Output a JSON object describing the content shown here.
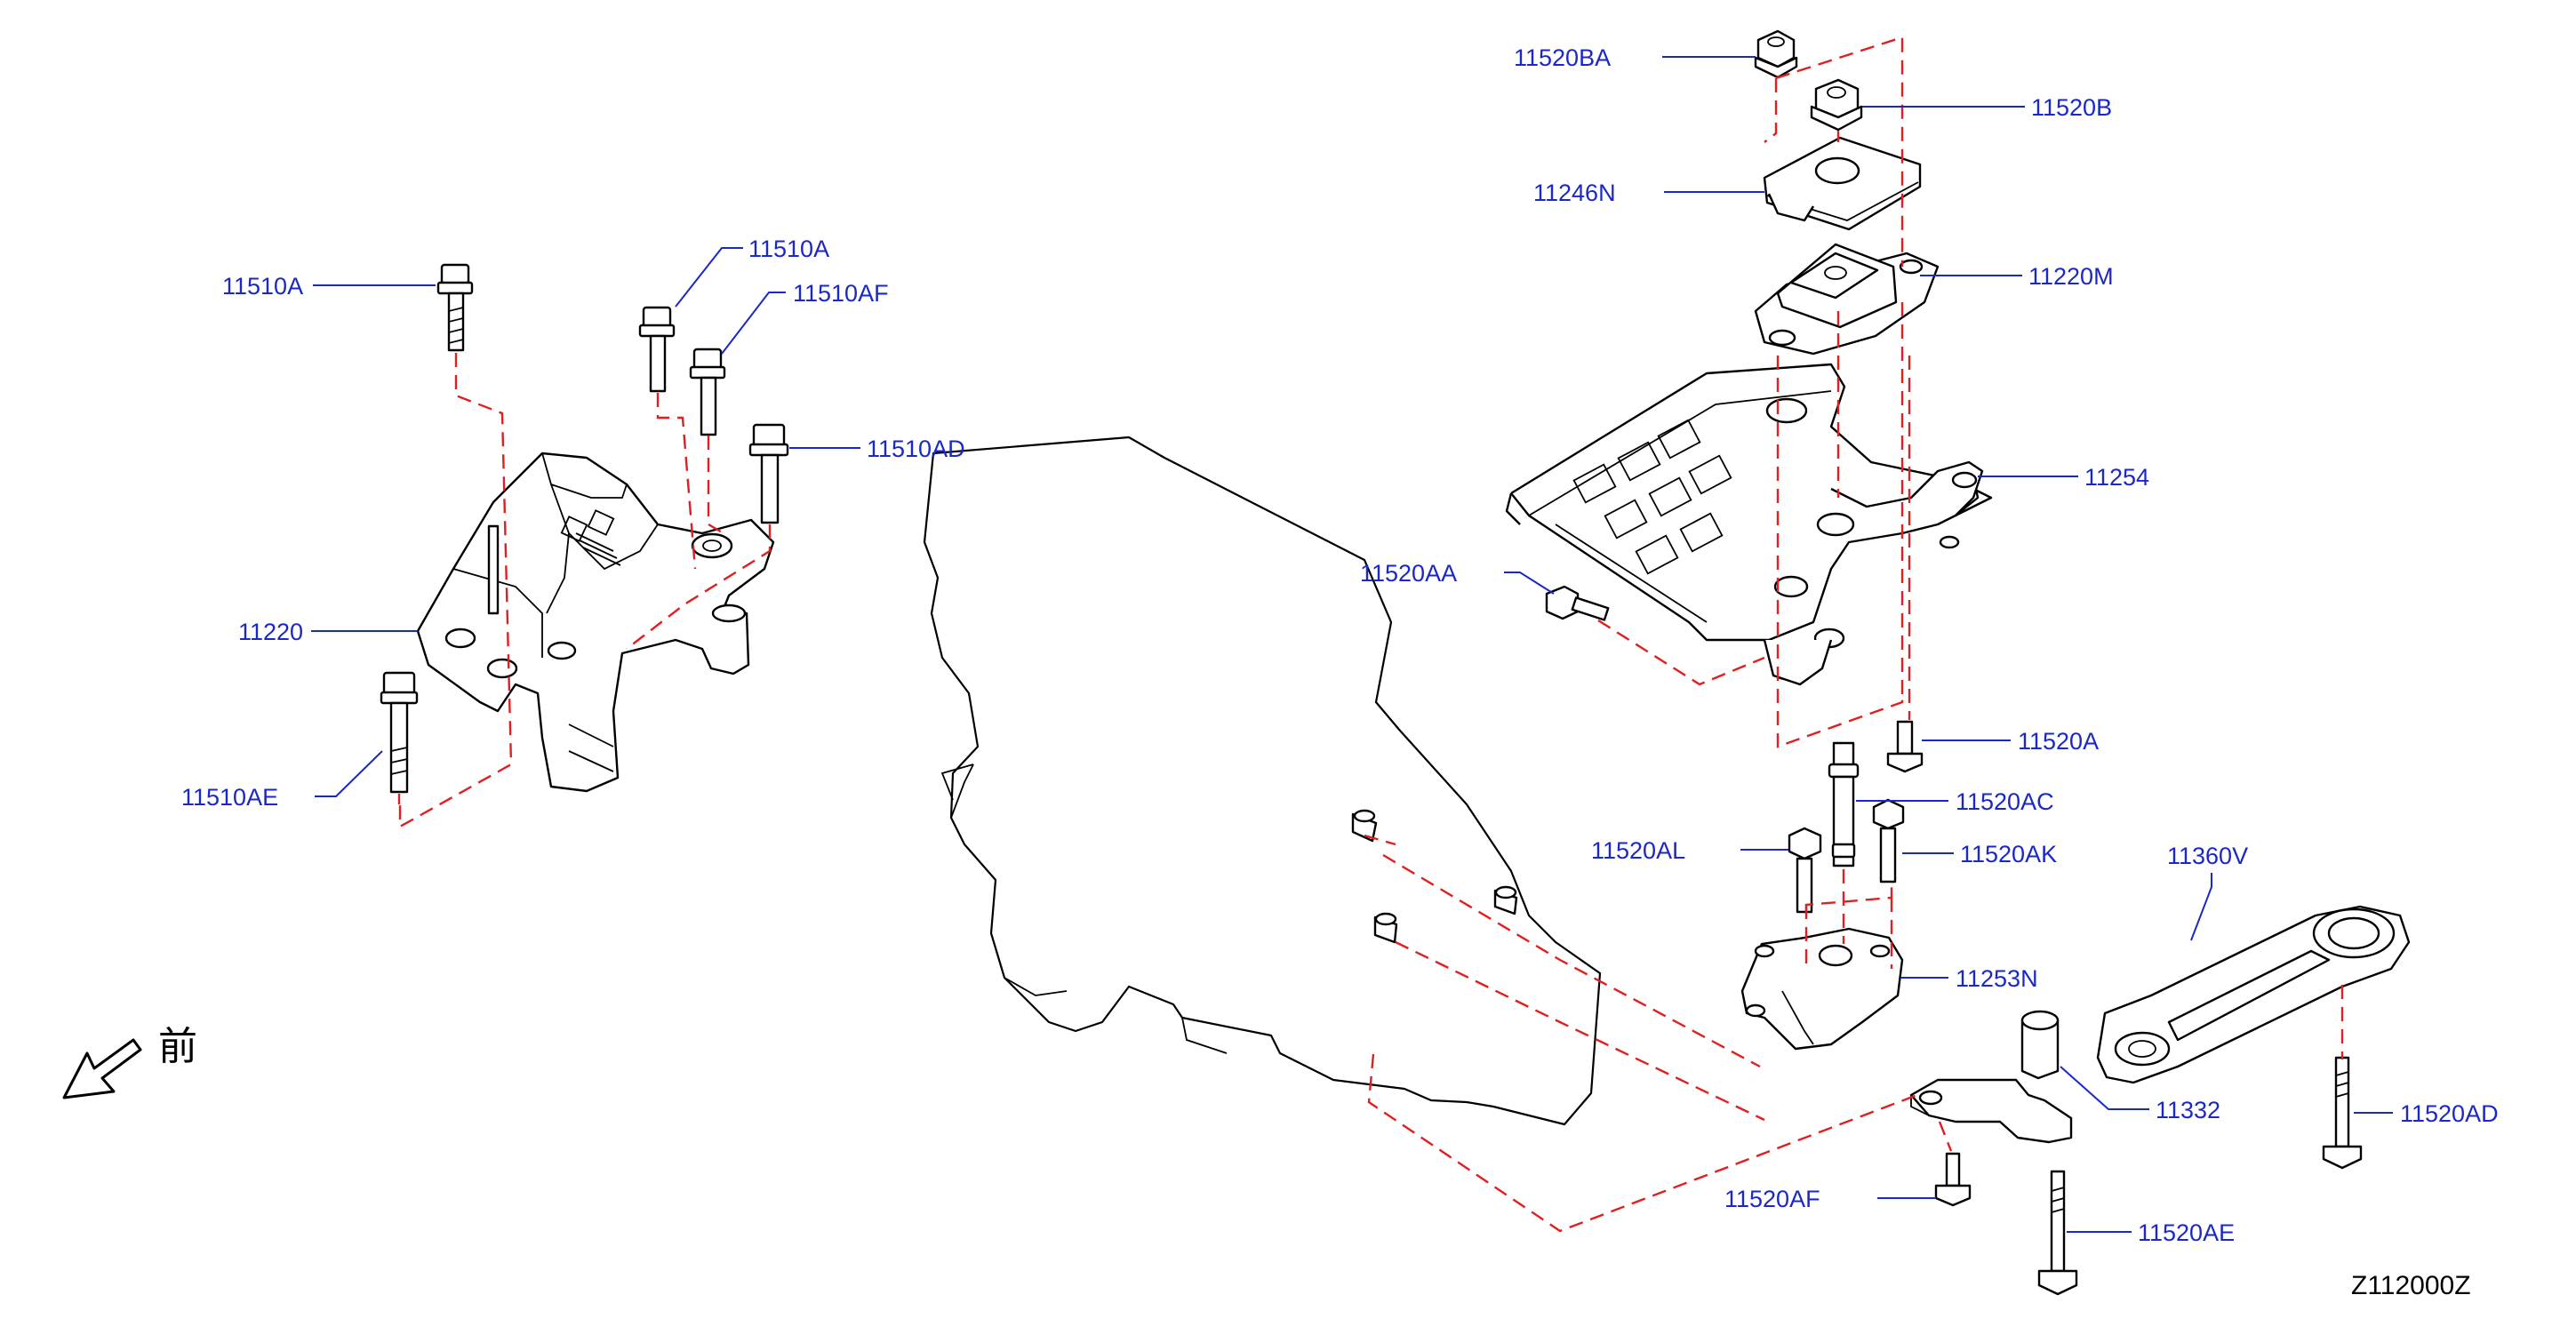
{
  "diagram": {
    "figure_id": "Z112000Z",
    "front_indicator": {
      "label": "前",
      "icon": "front-arrow-icon"
    },
    "callouts": [
      "11510A",
      "11510A",
      "11510AF",
      "11510AD",
      "11220",
      "11510AE",
      "11520BA",
      "11520B",
      "11246N",
      "11220M",
      "11254",
      "11520AA",
      "11520A",
      "11520AC",
      "11520AL",
      "11520AK",
      "11360V",
      "11253N",
      "11332",
      "11520AD",
      "11520AF",
      "11520AE"
    ],
    "colors": {
      "callout": "#1a28c8",
      "alignment_line": "#e02020",
      "outline": "#000000"
    }
  }
}
